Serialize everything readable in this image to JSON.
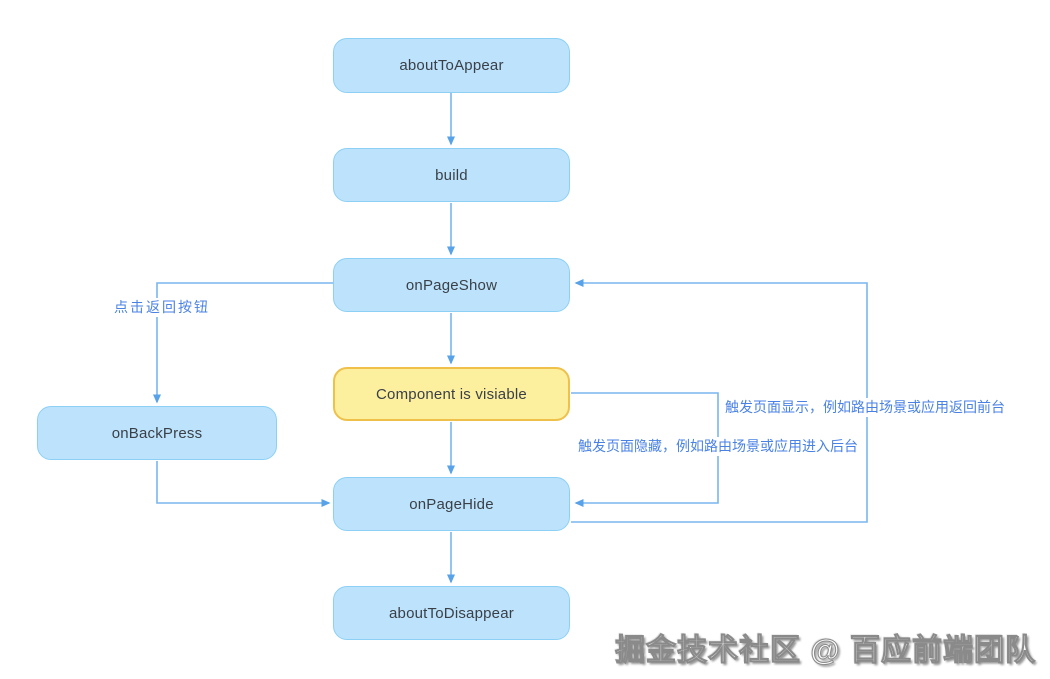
{
  "diagram": {
    "title": "Page / Component lifecycle flowchart",
    "nodes": [
      {
        "id": "aboutToAppear",
        "label": "aboutToAppear",
        "type": "state"
      },
      {
        "id": "build",
        "label": "build",
        "type": "state"
      },
      {
        "id": "onPageShow",
        "label": "onPageShow",
        "type": "state"
      },
      {
        "id": "componentVisible",
        "label": "Component is visiable",
        "type": "highlight"
      },
      {
        "id": "onPageHide",
        "label": "onPageHide",
        "type": "state"
      },
      {
        "id": "aboutToDisappear",
        "label": "aboutToDisappear",
        "type": "state"
      },
      {
        "id": "onBackPress",
        "label": "onBackPress",
        "type": "state"
      }
    ],
    "edges": [
      {
        "from": "aboutToAppear",
        "to": "build",
        "label": ""
      },
      {
        "from": "build",
        "to": "onPageShow",
        "label": ""
      },
      {
        "from": "onPageShow",
        "to": "componentVisible",
        "label": ""
      },
      {
        "from": "componentVisible",
        "to": "onPageHide",
        "label": "触发页面隐藏，例如路由场景或应用进入后台"
      },
      {
        "from": "onPageHide",
        "to": "aboutToDisappear",
        "label": ""
      },
      {
        "from": "onPageShow",
        "to": "onBackPress",
        "label": "点击返回按钮"
      },
      {
        "from": "onBackPress",
        "to": "onPageHide",
        "label": ""
      },
      {
        "from": "onPageHide",
        "to": "onPageShow",
        "label": "触发页面显示，例如路由场景或应用返回前台"
      }
    ],
    "edge_labels": {
      "back_button": "点击返回按钮",
      "page_hide": "触发页面隐藏，例如路由场景或应用进入后台",
      "page_show": "触发页面显示，例如路由场景或应用返回前台"
    }
  },
  "watermark": "掘金技术社区 @ 百应前端团队",
  "colors": {
    "node_fill": "#BCE3FB",
    "node_border": "#8CD0F6",
    "highlight_fill": "#FCEF9E",
    "highlight_border": "#EFC14B",
    "edge_stroke": "#79B5EE",
    "arrowhead": "#57A2E8",
    "edge_label_text": "#4A82E4",
    "node_text": "#3B4048",
    "background": "#FFFFFF"
  }
}
